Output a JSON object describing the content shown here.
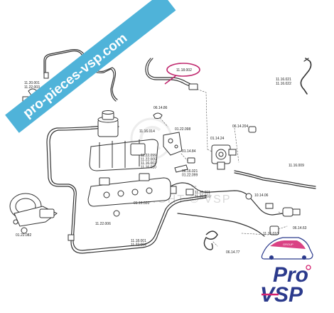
{
  "banner": {
    "text": "pro-pieces-vsp.com",
    "color": "#4fb3d9"
  },
  "watermark": {
    "text": "COPYRIGHT © VSP"
  },
  "highlight_color": "#c0286e",
  "part_labels": [
    {
      "id": "11-18-002",
      "lines": [
        "11.18.002"
      ]
    },
    {
      "id": "11-16-021",
      "lines": [
        "11.16.021",
        "11.16.022"
      ]
    },
    {
      "id": "11-20-001",
      "lines": [
        "11.20.001",
        "11.22.003"
      ]
    },
    {
      "id": "06-14-86",
      "lines": [
        "06.14.86"
      ]
    },
    {
      "id": "11-16-014",
      "lines": [
        "11.16.014"
      ]
    },
    {
      "id": "01-22-098",
      "lines": [
        "01.22.098"
      ]
    },
    {
      "id": "06-14-204",
      "lines": [
        "06.14.204"
      ]
    },
    {
      "id": "01-14-24",
      "lines": [
        "01.14.24"
      ]
    },
    {
      "id": "11-22-099",
      "lines": [
        "11.22.099",
        "11.22.005",
        "11.16.002",
        "11.16.010"
      ]
    },
    {
      "id": "01-14-84",
      "lines": [
        "01.14.84"
      ]
    },
    {
      "id": "06-16-021",
      "lines": [
        "06.16.021",
        "01.22.099"
      ]
    },
    {
      "id": "11-16-009",
      "lines": [
        "11.16.009"
      ]
    },
    {
      "id": "11-20-001b",
      "lines": [
        "11.20.001",
        "11.20.003"
      ]
    },
    {
      "id": "01-16-020",
      "lines": [
        "01.16.020"
      ]
    },
    {
      "id": "10-14-06",
      "lines": [
        "10.14.06"
      ]
    },
    {
      "id": "01-22-082",
      "lines": [
        "01.22.082"
      ]
    },
    {
      "id": "11-22-006",
      "lines": [
        "11.22.006"
      ]
    },
    {
      "id": "06-14-63",
      "lines": [
        "06.14.63"
      ]
    },
    {
      "id": "11-16-010",
      "lines": [
        "11.16.010"
      ]
    },
    {
      "id": "11-18-001",
      "lines": [
        "11.18.001",
        "11.22.004"
      ]
    },
    {
      "id": "06-14-77",
      "lines": [
        "06.14.77"
      ]
    }
  ],
  "logo": {
    "tag": "GROUP",
    "word_top": "Pro",
    "word_bottom": "VSP",
    "primary_color": "#2b3a8c",
    "accent_color": "#d4216f"
  }
}
